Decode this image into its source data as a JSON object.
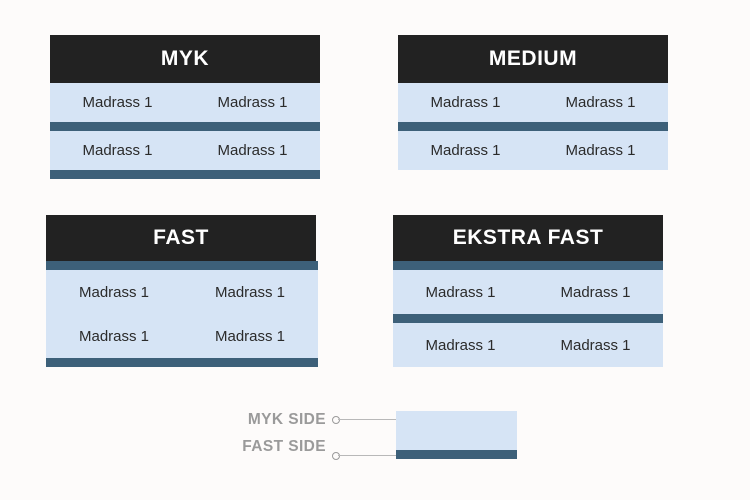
{
  "colors": {
    "background": "#fdfbfa",
    "header_bg": "#222222",
    "header_text": "#ffffff",
    "mattress_bg": "#d6e4f5",
    "divider_bar": "#3d6079",
    "legend_text": "#9a9a9a",
    "connector_line": "#b8b8b8"
  },
  "panels": [
    {
      "id": "myk",
      "title": "MYK",
      "rows": [
        {
          "cells": [
            "Madrass 1",
            "Madrass 1"
          ]
        },
        {
          "cells": [
            "Madrass 1",
            "Madrass 1"
          ]
        }
      ],
      "bars": {
        "top": false,
        "middle": true,
        "bottom": true
      }
    },
    {
      "id": "medium",
      "title": "MEDIUM",
      "rows": [
        {
          "cells": [
            "Madrass 1",
            "Madrass 1"
          ]
        },
        {
          "cells": [
            "Madrass 1",
            "Madrass 1"
          ]
        }
      ],
      "bars": {
        "top": false,
        "middle": true,
        "bottom": false
      }
    },
    {
      "id": "fast",
      "title": "FAST",
      "rows": [
        {
          "cells": [
            "Madrass 1",
            "Madrass 1"
          ]
        },
        {
          "cells": [
            "Madrass 1",
            "Madrass 1"
          ]
        }
      ],
      "bars": {
        "top": true,
        "middle": false,
        "bottom": true
      }
    },
    {
      "id": "ekstra",
      "title": "EKSTRA FAST",
      "rows": [
        {
          "cells": [
            "Madrass 1",
            "Madrass 1"
          ]
        },
        {
          "cells": [
            "Madrass 1",
            "Madrass 1"
          ]
        }
      ],
      "bars": {
        "top": true,
        "middle": true,
        "bottom": false
      }
    }
  ],
  "legend": {
    "myk_side_label": "MYK SIDE",
    "fast_side_label": "FAST SIDE",
    "swatch_light_color": "#d6e4f5",
    "swatch_dark_color": "#3d6079"
  }
}
